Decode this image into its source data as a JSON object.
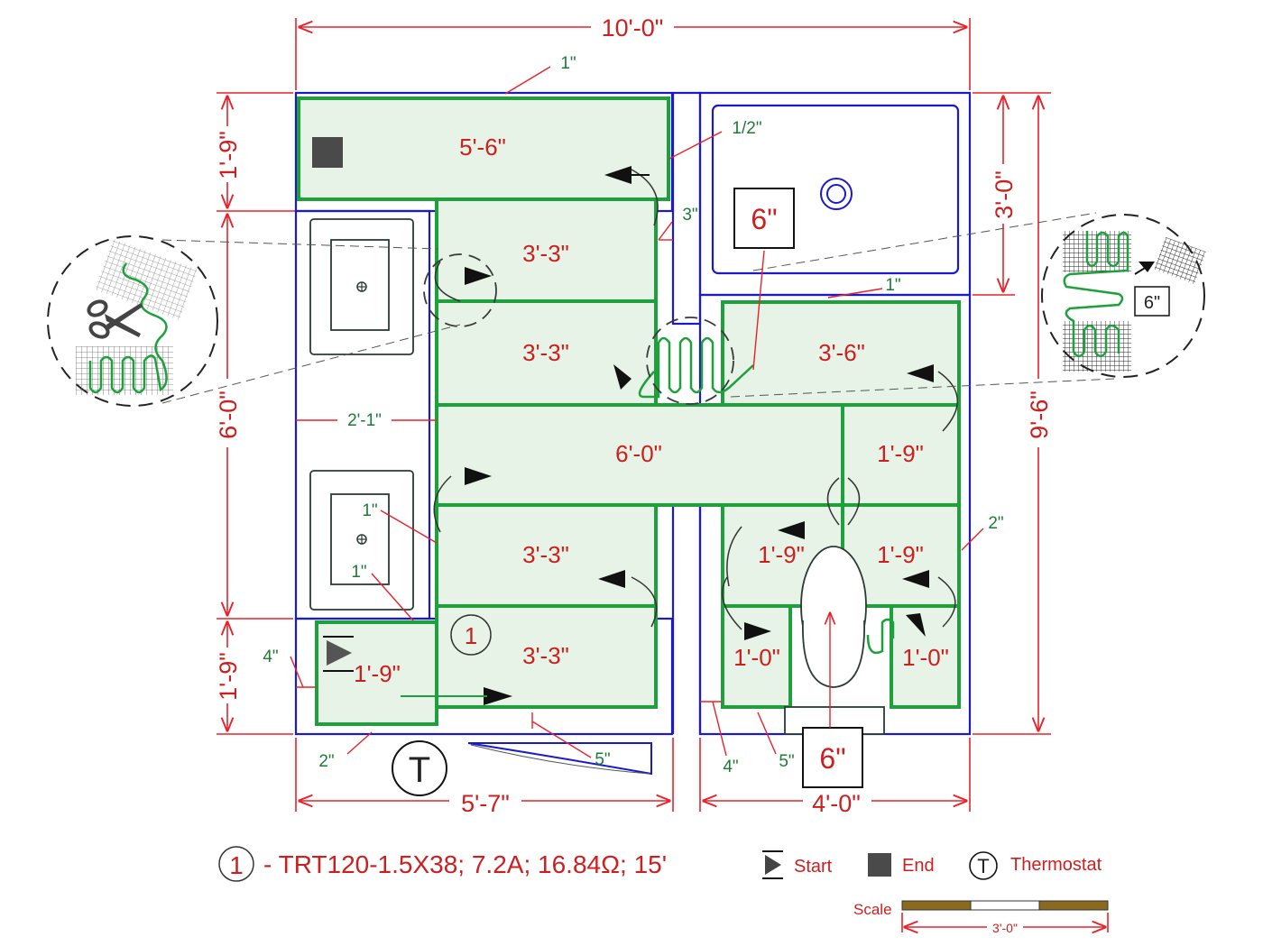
{
  "plan": {
    "overall": {
      "width": "10'-0\"",
      "height": "9'-6\""
    },
    "left_dims": {
      "top": "1'-9\"",
      "middle": "6'-0\"",
      "bottom": "1'-9\""
    },
    "right_dims": {
      "top": "3'-0\""
    },
    "bottom_dims": {
      "left": "5'-7\"",
      "right": "4'-0\""
    },
    "mats": [
      "5'-6\"",
      "3'-3\"",
      "3'-3\"",
      "3'-6\"",
      "6'-0\"",
      "1'-9\"",
      "3'-3\"",
      "1'-9\"",
      "1'-9\"",
      "3'-3\"",
      "1'-9\"",
      "1'-0\"",
      "1'-0\""
    ],
    "gaps": [
      "1\"",
      "1/2\"",
      "3\"",
      "1\"",
      "2'-1\"",
      "1\"",
      "1\"",
      "2\"",
      "4\"",
      "2\"",
      "5\"",
      "4\"",
      "5\""
    ],
    "six_in": [
      "6\"",
      "6\"",
      "6\""
    ],
    "circuit_num": "1",
    "thermostat_letter": "T"
  },
  "legend": {
    "circuit_num": "1",
    "circuit_spec": "- TRT120-1.5X38; 7.2A; 16.84Ω; 15'",
    "start": "Start",
    "end": "End",
    "thermostat_letter": "T",
    "thermostat": "Thermostat"
  },
  "scale": {
    "label": "Scale",
    "length": "3'-0\""
  },
  "colors": {
    "dimension": "#e8222a",
    "wall": "#1a1acc",
    "mat": "#1ea03c",
    "gap": "#1f7a3a"
  }
}
